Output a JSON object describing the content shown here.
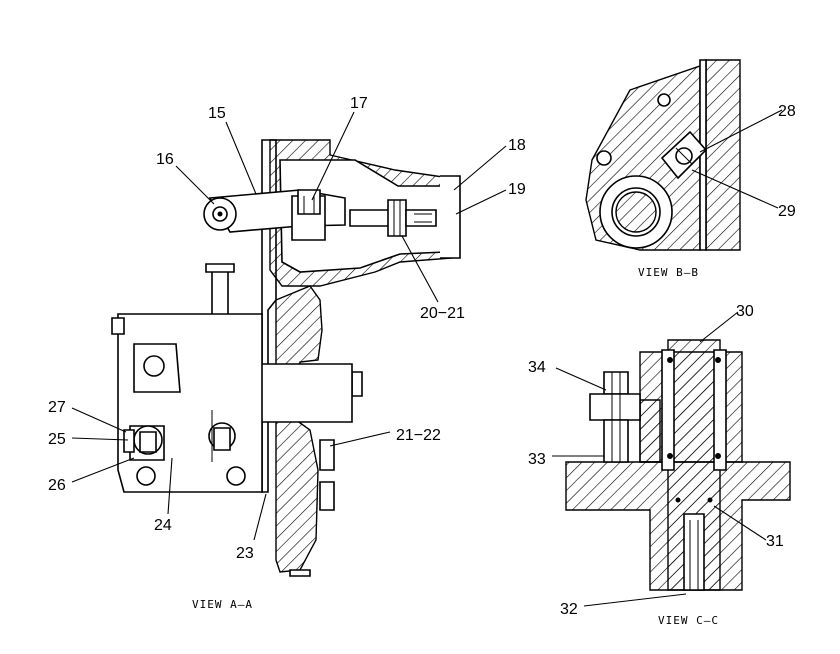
{
  "views": {
    "a": "VIEW A–A",
    "b": "VIEW B–B",
    "c": "VIEW C–C"
  },
  "callouts": {
    "c15": "15",
    "c16": "16",
    "c17": "17",
    "c18": "18",
    "c19": "19",
    "c20_21": "20−21",
    "c21_22": "21−22",
    "c23": "23",
    "c24": "24",
    "c25": "25",
    "c26": "26",
    "c27": "27",
    "c28": "28",
    "c29": "29",
    "c30": "30",
    "c31": "31",
    "c32": "32",
    "c33": "33",
    "c34": "34"
  }
}
